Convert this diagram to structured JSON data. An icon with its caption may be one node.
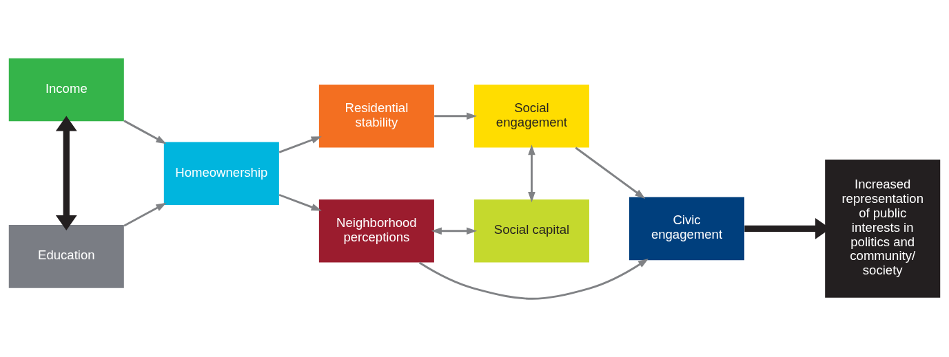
{
  "diagram": {
    "nodes": [
      {
        "text": [
          "Income"
        ]
      },
      {
        "text": [
          "Education"
        ]
      },
      {
        "text": [
          "Homeownership"
        ]
      },
      {
        "text": [
          "Residential stability"
        ]
      },
      {
        "text": [
          "Social engagement"
        ]
      },
      {
        "text": [
          "Social capital"
        ]
      },
      {
        "text": [
          "Neighborhood perceptions"
        ]
      },
      {
        "text": [
          "Civic engagement"
        ]
      },
      {
        "text": [
          "Increased representation of public interests in politics and community/ society"
        ]
      }
    ],
    "edges": [
      {
        "from": 0,
        "to": 1,
        "arrow": "both",
        "style": "thick",
        "color": "#231f20"
      },
      {
        "from": 0,
        "to": 2,
        "arrow": "to"
      },
      {
        "from": 1,
        "to": 2,
        "arrow": "to"
      },
      {
        "from": 2,
        "to": 3,
        "arrow": "to"
      },
      {
        "from": 2,
        "to": 6,
        "arrow": "to"
      },
      {
        "from": 3,
        "to": 4,
        "arrow": "to"
      },
      {
        "from": 4,
        "to": 7,
        "arrow": "to"
      },
      {
        "from": 4,
        "to": 5,
        "arrow": "both"
      },
      {
        "from": 6,
        "to": 5,
        "arrow": "both"
      },
      {
        "from": 6,
        "to": 7,
        "arrow": "to"
      },
      {
        "from": 7,
        "to": 8,
        "arrow": "to",
        "style": "thick",
        "color": "#231f20"
      }
    ]
  }
}
